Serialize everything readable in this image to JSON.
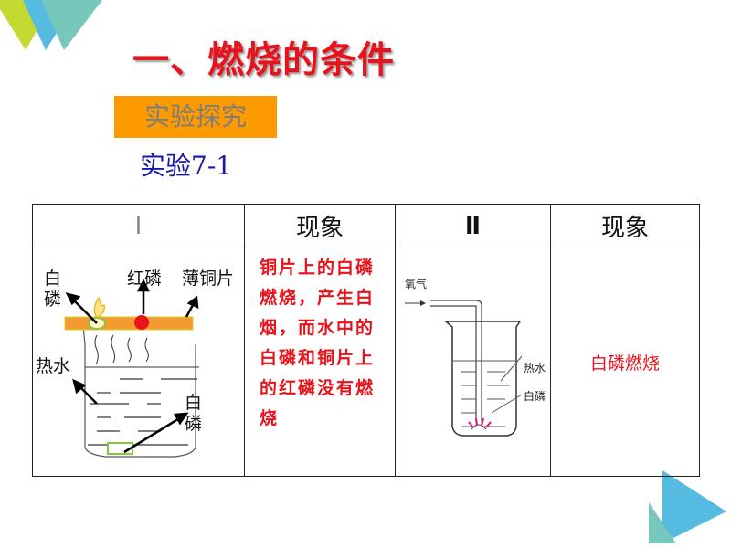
{
  "title": "一、燃烧的条件",
  "badge": "实验探究",
  "subtitle": "实验7-1",
  "table": {
    "headers": [
      "Ⅰ",
      "现象",
      "Ⅱ",
      "现象"
    ],
    "diagram1": {
      "labels": [
        "白磷",
        "红磷",
        "薄铜片",
        "热水",
        "白磷"
      ]
    },
    "observation1": "铜片上的白磷燃烧，产生白烟，而水中的白磷和铜片上的红磷没有燃烧",
    "diagram2": {
      "labels": [
        "氧气",
        "热水",
        "白磷"
      ]
    },
    "observation2": "白磷燃烧"
  },
  "colors": {
    "title": "#e8121a",
    "badge": "#fd9a00",
    "subtitle": "#1a1aa8"
  }
}
